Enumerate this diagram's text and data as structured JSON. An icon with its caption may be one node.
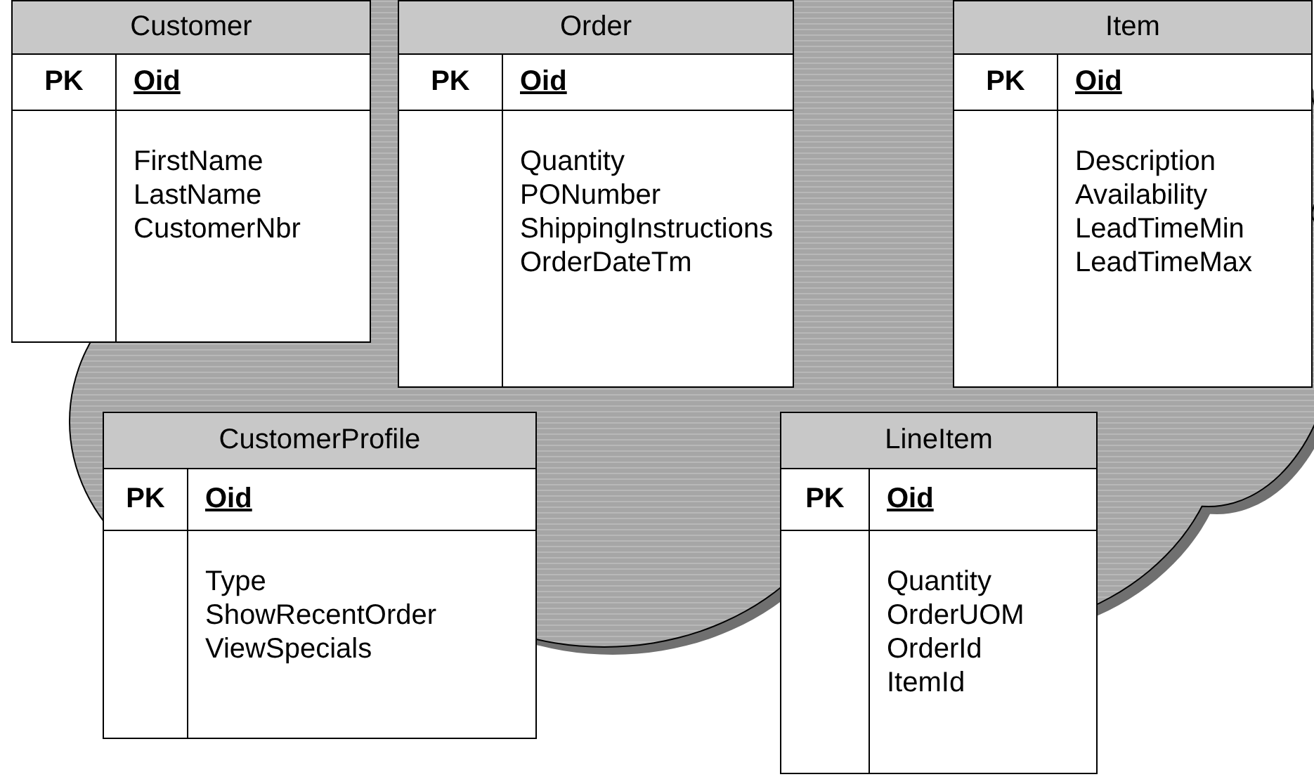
{
  "diagram": {
    "nodes": [
      {
        "text": [
          "Customer",
          "PK",
          "Oid",
          "FirstName",
          "LastName",
          "CustomerNbr"
        ]
      },
      {
        "text": [
          "Order",
          "PK",
          "Oid",
          "Quantity",
          "PONumber",
          "ShippingInstructions",
          "OrderDateTm"
        ]
      },
      {
        "text": [
          "Item",
          "PK",
          "Oid",
          "Description",
          "Availability",
          "LeadTimeMin",
          "LeadTimeMax"
        ]
      },
      {
        "text": [
          "CustomerProfile",
          "PK",
          "Oid",
          "Type",
          "ShowRecentOrder",
          "ViewSpecials"
        ]
      },
      {
        "text": [
          "LineItem",
          "PK",
          "Oid",
          "Quantity",
          "OrderUOM",
          "OrderId",
          "ItemId"
        ]
      }
    ]
  }
}
